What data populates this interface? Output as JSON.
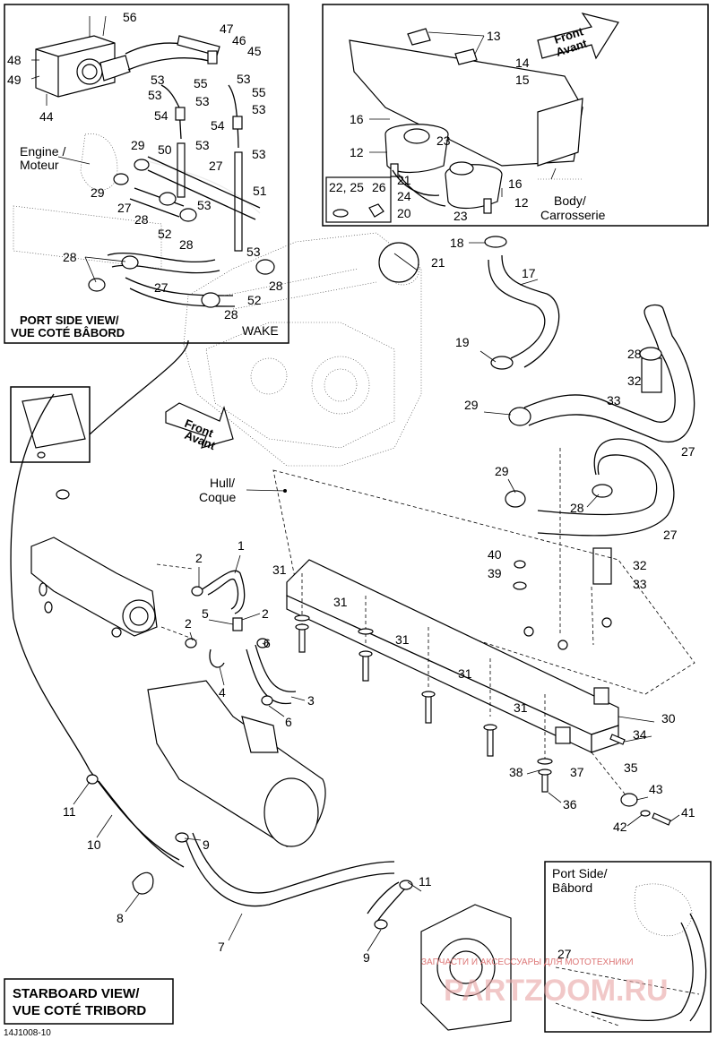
{
  "panel_port_side": {
    "caption_line1": "PORT SIDE VIEW/",
    "caption_line2": "VUE COTÉ BÂBORD",
    "wake": "WAKE",
    "engine_line1": "Engine /",
    "engine_line2": "Moteur"
  },
  "panel_body": {
    "body_line1": "Body/",
    "body_line2": "Carrosserie",
    "front_line1": "Front",
    "front_line2": "Avant"
  },
  "front_arrow_main": {
    "line1": "Front",
    "line2": "Avant"
  },
  "hull": {
    "line1": "Hull/",
    "line2": "Coque"
  },
  "inset_port": {
    "line1": "Port Side/",
    "line2": "Bâbord",
    "part": "27"
  },
  "starboard_caption": {
    "line1": "STARBOARD VIEW/",
    "line2": "VUE COTÉ TRIBORD"
  },
  "figure_code": "14J1008-10",
  "watermark": {
    "small": "ЗАПЧАСТИ И АКСЕССУАРЫ ДЛЯ МОТОТЕХНИКИ",
    "big": "PARTZOOM.RU"
  },
  "callouts": {
    "c56": "56",
    "c47": "47",
    "c46": "46",
    "c45": "45",
    "c48": "48",
    "c49": "49",
    "c44": "44",
    "c53a": "53",
    "c55a": "55",
    "c53b": "53",
    "c55b": "55",
    "c53c": "53",
    "c53d": "53",
    "c54a": "54",
    "c54b": "54",
    "c29a": "29",
    "c50": "50",
    "c53e": "53",
    "c27a": "27",
    "c53f": "53",
    "c29b": "29",
    "c51": "51",
    "c27b": "27",
    "c28a": "28",
    "c53g": "53",
    "c52a": "52",
    "c28b": "28",
    "c53h": "53",
    "c28c": "28",
    "c27c": "27",
    "c28d": "28",
    "c52b": "52",
    "c28e": "28",
    "c13": "13",
    "c14": "14",
    "c15": "15",
    "c16a": "16",
    "c12a": "12",
    "c23a": "23",
    "c21a": "21",
    "c22": "22, 25",
    "c26": "26",
    "c24": "24",
    "c20": "20",
    "c16b": "16",
    "c12b": "12",
    "c23b": "23",
    "c18": "18",
    "c21b": "21",
    "c17": "17",
    "c19": "19",
    "c28f": "28",
    "c32a": "32",
    "c33a": "33",
    "c29c": "29",
    "c27d": "27",
    "c29d": "29",
    "c28g": "28",
    "c27e": "27",
    "c40": "40",
    "c39": "39",
    "c32b": "32",
    "c33b": "33",
    "c31a": "31",
    "c31b": "31",
    "c31c": "31",
    "c31d": "31",
    "c31e": "31",
    "c30": "30",
    "c34": "34",
    "c35": "35",
    "c38": "38",
    "c37": "37",
    "c36": "36",
    "c43": "43",
    "c41": "41",
    "c42": "42",
    "c1": "1",
    "c2a": "2",
    "c2b": "2",
    "c2c": "2",
    "c5": "5",
    "c6a": "6",
    "c4": "4",
    "c3": "3",
    "c6b": "6",
    "c11a": "11",
    "c10": "10",
    "c9a": "9",
    "c8": "8",
    "c7": "7",
    "c11b": "11",
    "c9b": "9"
  }
}
